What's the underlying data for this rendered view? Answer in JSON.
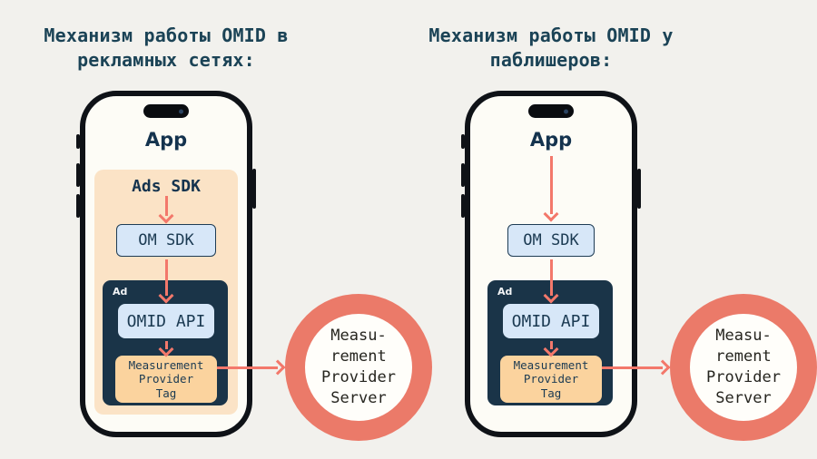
{
  "colors": {
    "background": "#f2f1ed",
    "title_text": "#1b4356",
    "arrow": "#f3786b",
    "server_ring": "#eb7a69",
    "phone_border": "#0f1217",
    "phone_screen": "#fdfcf6",
    "sdk_box_fill": "#d7e7f8",
    "ad_container_fill": "#1a3448",
    "ads_panel_fill": "#fbe3c6",
    "tag_box_fill": "#fbd39e"
  },
  "left": {
    "title": [
      "Механизм работы OMID в",
      "рекламных сетях:"
    ],
    "app": "App",
    "ads_sdk": "Ads SDK",
    "om_sdk": "OM SDK",
    "ad": "Ad",
    "omid_api": "OMID API",
    "tag": [
      "Measurement",
      "Provider",
      "Tag"
    ],
    "server": [
      "Measu-",
      "rement",
      "Provider",
      "Server"
    ]
  },
  "right": {
    "title": [
      "Механизм работы OMID у",
      "паблишеров:"
    ],
    "app": "App",
    "om_sdk": "OM SDK",
    "ad": "Ad",
    "omid_api": "OMID API",
    "tag": [
      "Measurement",
      "Provider",
      "Tag"
    ],
    "server": [
      "Measu-",
      "rement",
      "Provider",
      "Server"
    ]
  }
}
